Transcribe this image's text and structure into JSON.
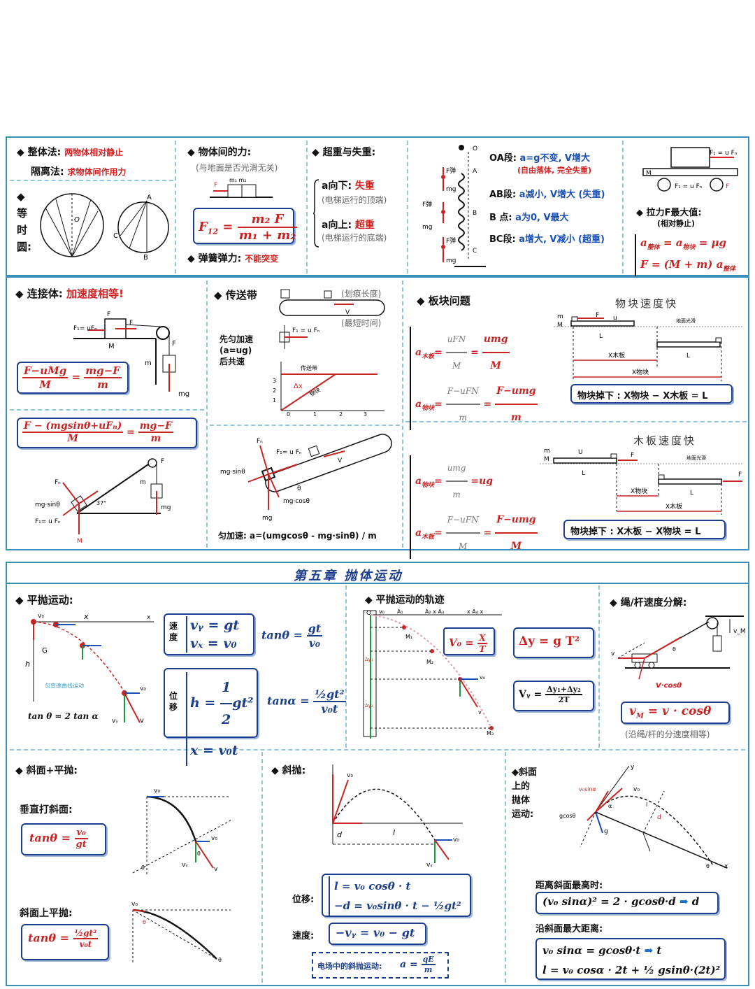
{
  "top": {
    "whole": {
      "title": "整体法:",
      "desc": "两物体相对静止",
      "title2": "隔离法:",
      "desc2": "求物体间作用力",
      "circle_title": "等时圆:"
    },
    "force": {
      "title": "物体间的力:",
      "note": "(与地面是否光滑无关)",
      "spring": "弹簧弹力:",
      "spring_val": "不能突变"
    },
    "weight": {
      "title": "超重与失重:",
      "down": "a向下:",
      "down_val": "失重",
      "down_note": "(电梯运行的顶端)",
      "up": "a向上:",
      "up_val": "超重",
      "up_note": "(电梯运行的底端)"
    },
    "spring": {
      "oa": "OA段:",
      "oa_val": "a=g不变, V增大",
      "oa_note": "(自由落体, 完全失重)",
      "ab": "AB段:",
      "ab_val": "a减小, V增大 (失重)",
      "b": "B 点:",
      "b_val": "a为0, V最大",
      "bc": "BC段:",
      "bc_val": "a增大, V减小 (超重)"
    },
    "pull": {
      "title": "拉力F最大值:",
      "note": "(相对静止)"
    }
  },
  "mid": {
    "connect": {
      "title": "连接体:",
      "desc": "加速度相等!"
    },
    "belt": {
      "title": "传送带",
      "note1": "(划痕长度)",
      "note2": "(最短时间)",
      "text1": "先匀加速",
      "text2": "(a=ug)",
      "text3": "后共速",
      "graph_belt": "传送带",
      "graph_block": "物块",
      "dx": "Δx",
      "acc": "匀加速: a=(umgcosθ - mg·sinθ) / m"
    },
    "plank": {
      "title": "板块问题",
      "fast1": "物块速度快",
      "fast2": "木板速度快",
      "drop1": "物块掉下 : X物块 − X木板 = L",
      "drop2": "物块掉下 : X木板 − X物块 = L",
      "smooth": "地面光滑"
    }
  },
  "chapter": {
    "title": "第五章 抛体运动"
  },
  "proj": {
    "flat": {
      "title": "平抛运动:",
      "speed": "速度",
      "disp": "位移",
      "curve": "匀变速曲线运动",
      "rel": "tan θ = 2 tan α"
    },
    "track": {
      "title": "平抛运动的轨迹"
    },
    "rope": {
      "title": "绳/杆速度分解:",
      "note": "(沿绳/杆的分速度相等)",
      "vcos": "V·cosθ"
    },
    "slope": {
      "title": "斜面+平抛:",
      "perp": "垂直打斜面:",
      "on": "斜面上平抛:"
    },
    "oblique": {
      "title": "斜抛:",
      "disp": "位移:",
      "speed": "速度:",
      "field": "电场中的斜抛运动:"
    },
    "sloped": {
      "title1": "斜面",
      "title2": "上的",
      "title3": "抛体",
      "title4": "运动:",
      "h": "距离斜面最高时:",
      "d": "沿斜面最大距离:"
    }
  }
}
